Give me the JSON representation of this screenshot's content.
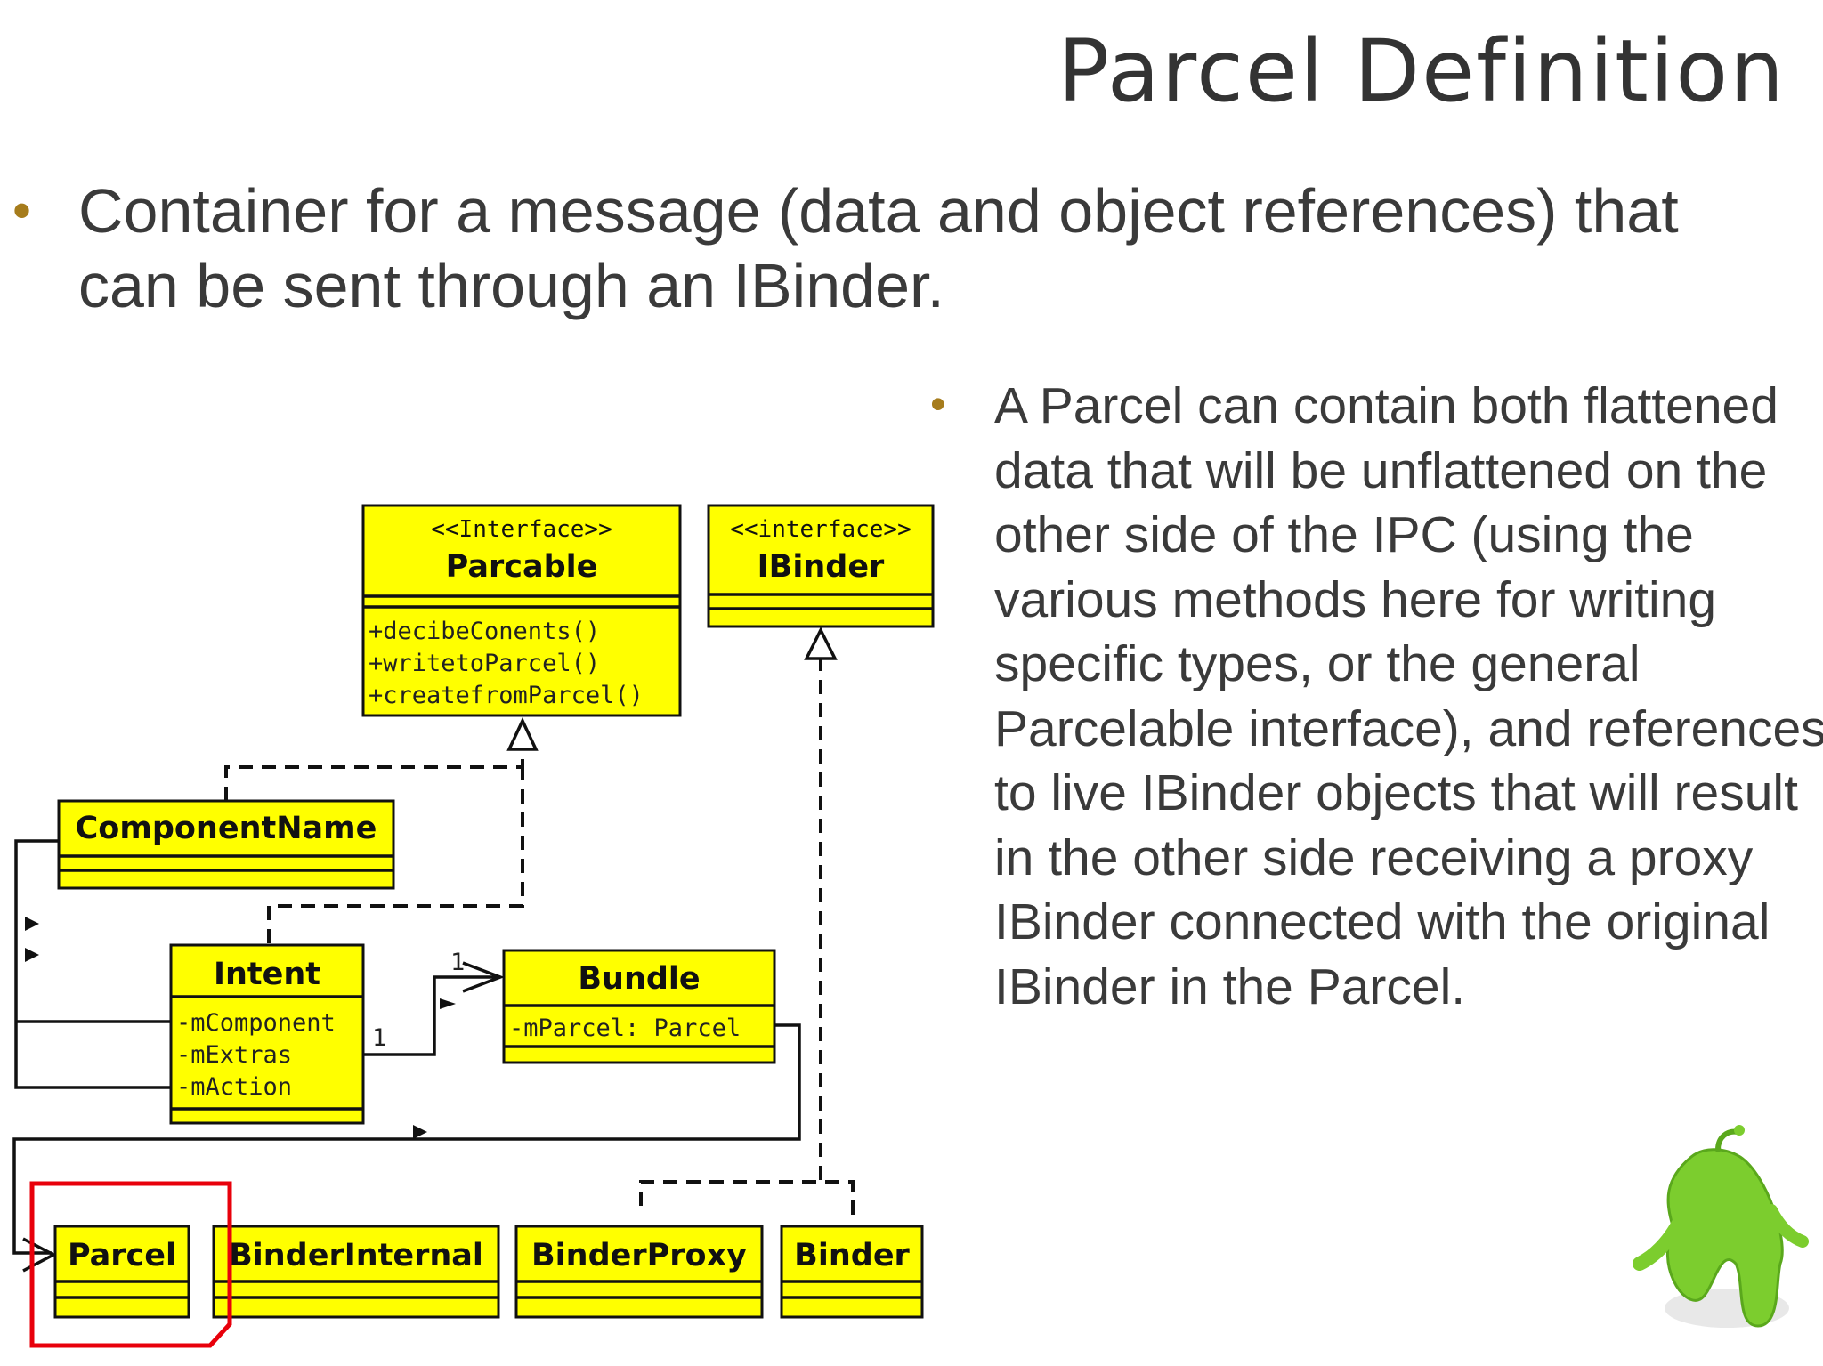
{
  "title": "Parcel Definition",
  "bullets": {
    "main": "Container for a message (data and object references) that can be sent through an IBinder.",
    "side": "A Parcel can contain both flattened data that will be unflattened on the other side of the IPC (using the various methods here for writing specific types, or the general Parcelable interface), and references to live IBinder objects that will result in the other side receiving a proxy IBinder connected with the original IBinder in the Parcel.",
    "marker": "•"
  },
  "diagram": {
    "colors": {
      "box_fill": "#ffff00",
      "highlight": "#e8000b",
      "bullet": "#a67c1c",
      "mascot": "#7ccd2e"
    },
    "classes": {
      "parcable": {
        "stereotype": "<<Interface>>",
        "name": "Parcable",
        "members": [
          "+decibeConents()",
          "+writetoParcel()",
          "+createfromParcel()"
        ]
      },
      "ibinder": {
        "stereotype": "<<interface>>",
        "name": "IBinder"
      },
      "componentname": {
        "name": "ComponentName"
      },
      "intent": {
        "name": "Intent",
        "members": [
          "-mComponent",
          "-mExtras",
          "-mAction"
        ]
      },
      "bundle": {
        "name": "Bundle",
        "members": [
          "-mParcel: Parcel"
        ]
      },
      "parcel": {
        "name": "Parcel"
      },
      "binderinternal": {
        "name": "BinderInternal"
      },
      "binderproxy": {
        "name": "BinderProxy"
      },
      "binder": {
        "name": "Binder"
      }
    },
    "multiplicity": {
      "intent_side": "1",
      "bundle_side": "1"
    },
    "highlighted_class": "Parcel",
    "mascot_icon": "android-ghost-mascot"
  }
}
